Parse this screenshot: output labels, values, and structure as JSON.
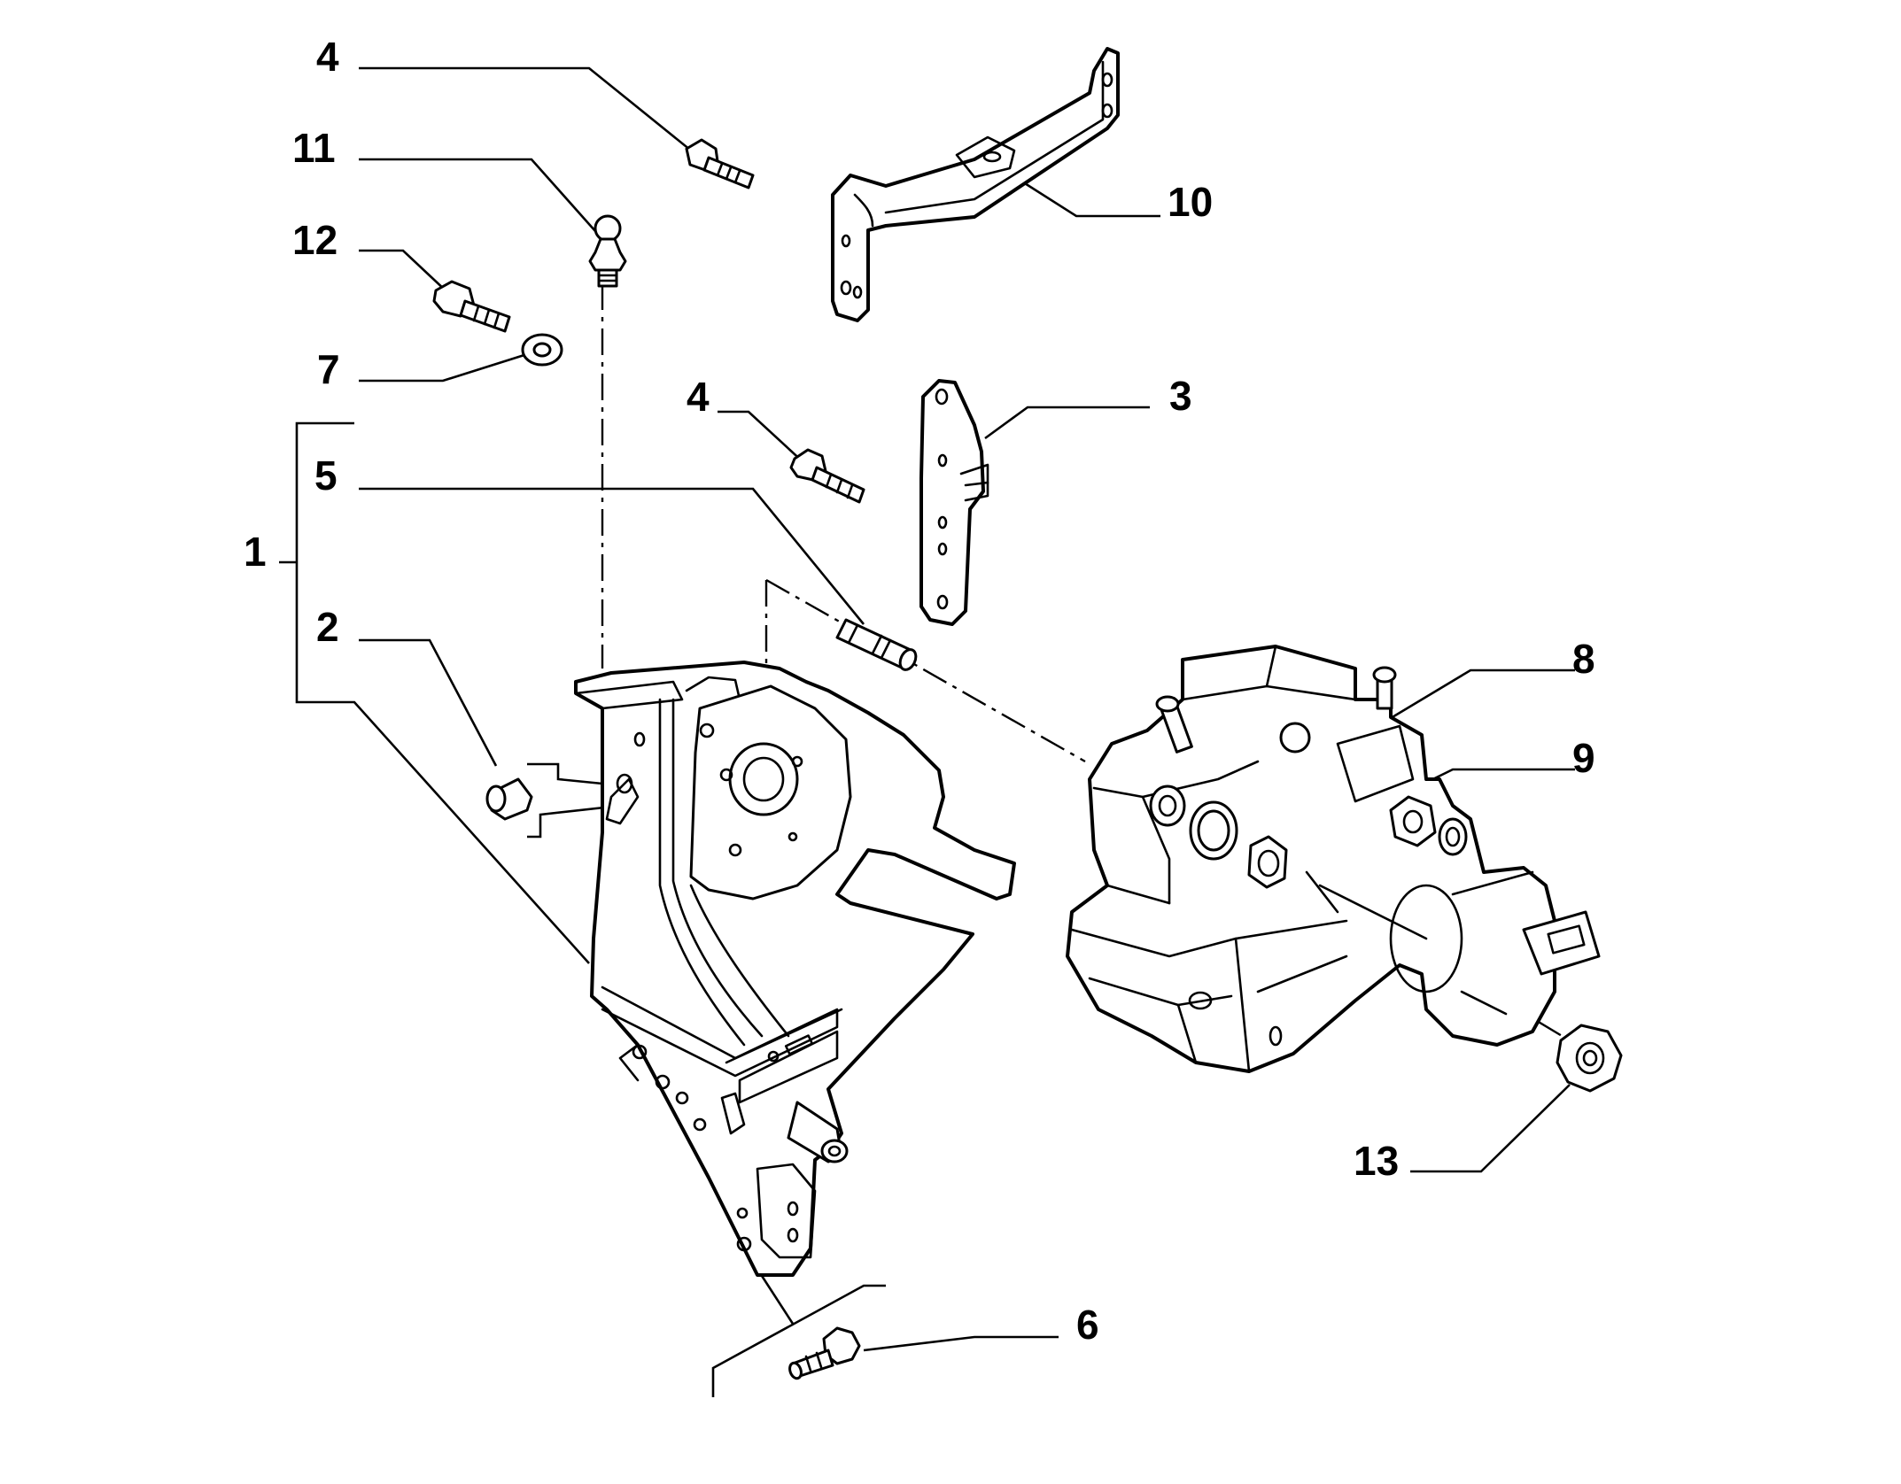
{
  "diagram": {
    "callouts": [
      {
        "id": "c1",
        "label": "1"
      },
      {
        "id": "c2",
        "label": "2"
      },
      {
        "id": "c3",
        "label": "3"
      },
      {
        "id": "c4a",
        "label": "4"
      },
      {
        "id": "c4b",
        "label": "4"
      },
      {
        "id": "c5",
        "label": "5"
      },
      {
        "id": "c6",
        "label": "6"
      },
      {
        "id": "c7",
        "label": "7"
      },
      {
        "id": "c8",
        "label": "8"
      },
      {
        "id": "c9",
        "label": "9"
      },
      {
        "id": "c10",
        "label": "10"
      },
      {
        "id": "c11",
        "label": "11"
      },
      {
        "id": "c12",
        "label": "12"
      },
      {
        "id": "c13",
        "label": "13"
      }
    ],
    "colors": {
      "line": "#000000",
      "background": "#ffffff"
    }
  }
}
